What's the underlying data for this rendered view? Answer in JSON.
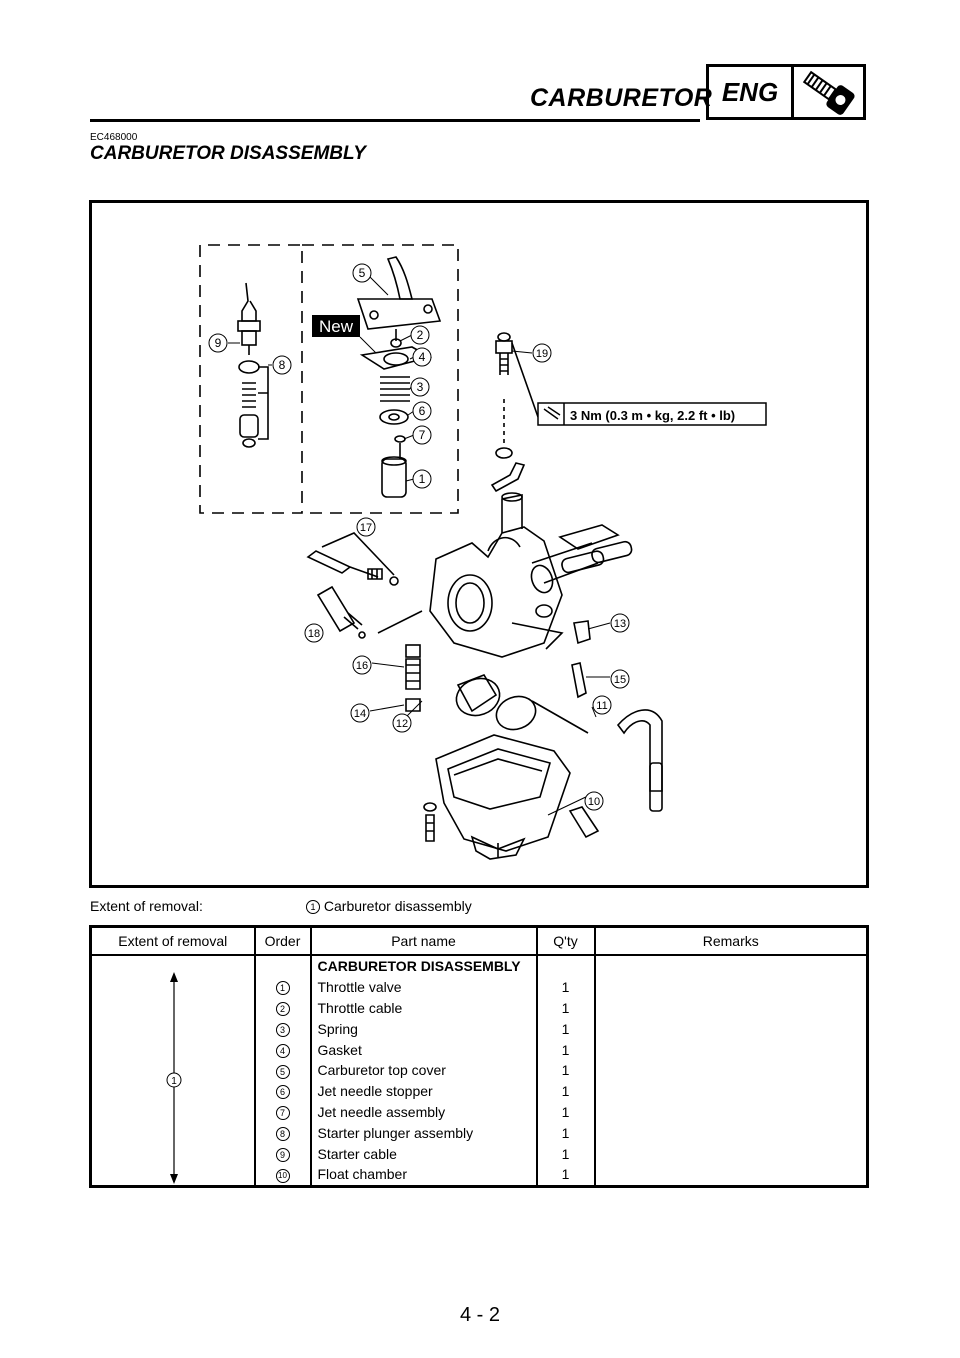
{
  "header": {
    "title": "CARBURETOR",
    "badge": "ENG"
  },
  "doc_code": "EC468000",
  "section_title": "CARBURETOR DISASSEMBLY",
  "figure": {
    "new_label": "New",
    "torque_spec": "3 Nm (0.3 m • kg, 2.2 ft • lb)",
    "callouts": [
      "1",
      "2",
      "3",
      "4",
      "5",
      "6",
      "7",
      "8",
      "9",
      "10",
      "11",
      "12",
      "13",
      "14",
      "15",
      "16",
      "17",
      "18",
      "19"
    ]
  },
  "extent": {
    "label": "Extent of removal:",
    "ref": "1",
    "text": "Carburetor disassembly"
  },
  "table": {
    "headers": [
      "Extent of removal",
      "Order",
      "Part name",
      "Q'ty",
      "Remarks"
    ],
    "extent_ref": "1",
    "rows": [
      {
        "order": "",
        "name": "CARBURETOR DISASSEMBLY",
        "qty": "",
        "remarks": ""
      },
      {
        "order": "1",
        "name": "Throttle valve",
        "qty": "1",
        "remarks": ""
      },
      {
        "order": "2",
        "name": "Throttle cable",
        "qty": "1",
        "remarks": ""
      },
      {
        "order": "3",
        "name": "Spring",
        "qty": "1",
        "remarks": ""
      },
      {
        "order": "4",
        "name": "Gasket",
        "qty": "1",
        "remarks": ""
      },
      {
        "order": "5",
        "name": "Carburetor top cover",
        "qty": "1",
        "remarks": ""
      },
      {
        "order": "6",
        "name": "Jet needle stopper",
        "qty": "1",
        "remarks": ""
      },
      {
        "order": "7",
        "name": "Jet needle assembly",
        "qty": "1",
        "remarks": ""
      },
      {
        "order": "8",
        "name": "Starter plunger assembly",
        "qty": "1",
        "remarks": ""
      },
      {
        "order": "9",
        "name": "Starter cable",
        "qty": "1",
        "remarks": ""
      },
      {
        "order": "10",
        "name": "Float chamber",
        "qty": "1",
        "remarks": ""
      }
    ]
  },
  "page_number": "4 - 2"
}
